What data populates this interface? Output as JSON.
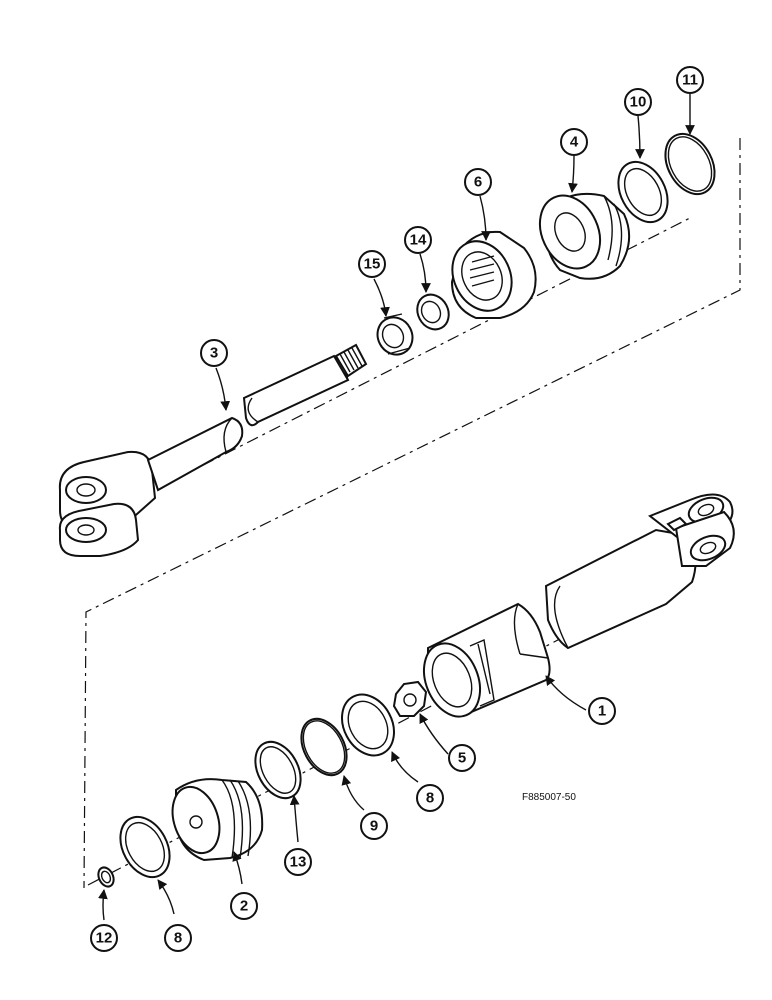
{
  "figure": {
    "reference_code": "F885007-50",
    "parts": [
      {
        "number": "1"
      },
      {
        "number": "2"
      },
      {
        "number": "3"
      },
      {
        "number": "4"
      },
      {
        "number": "5"
      },
      {
        "number": "6"
      },
      {
        "number": "8"
      },
      {
        "number": "8"
      },
      {
        "number": "9"
      },
      {
        "number": "10"
      },
      {
        "number": "11"
      },
      {
        "number": "12"
      },
      {
        "number": "13"
      },
      {
        "number": "14"
      },
      {
        "number": "15"
      }
    ]
  },
  "colors": {
    "line": "#111111",
    "background": "#ffffff"
  }
}
